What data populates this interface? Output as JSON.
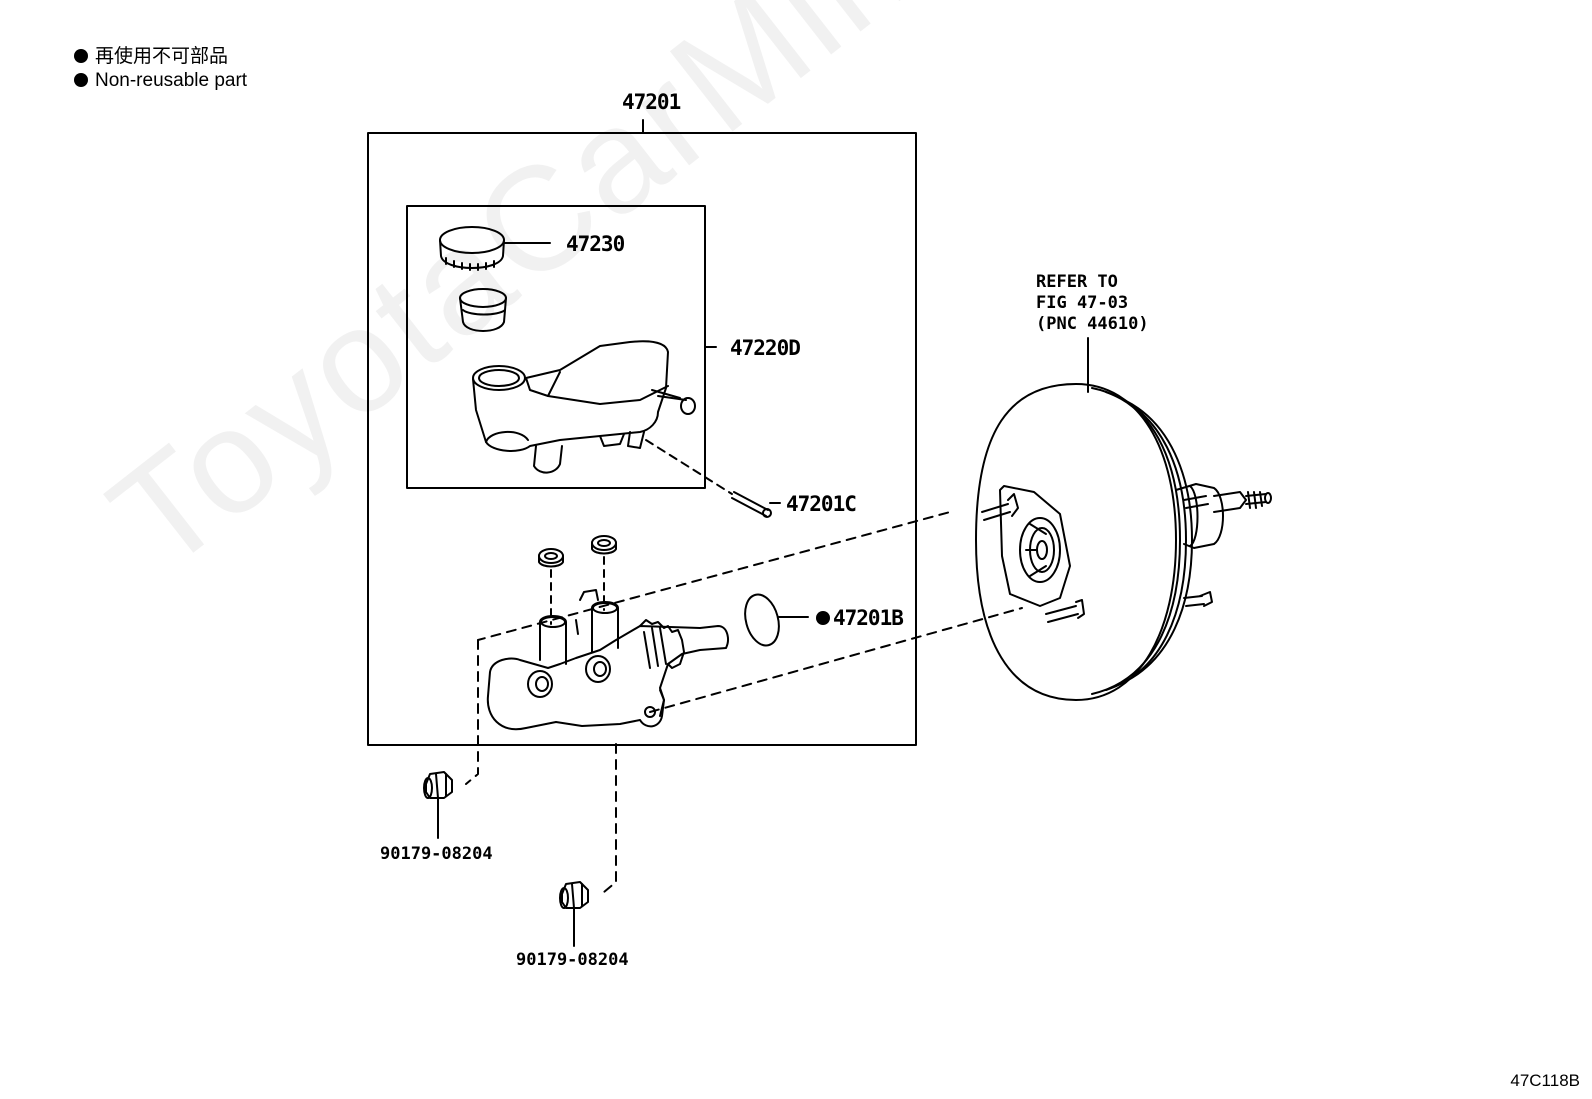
{
  "legend": {
    "line_jp": "再使用不可部品",
    "line_en": "Non-reusable part"
  },
  "parts": {
    "assembly": "47201",
    "cap": "47230",
    "reservoir": "47220D",
    "pin": "47201C",
    "oring": "47201B",
    "nut_upper": "90179-08204",
    "nut_lower": "90179-08204"
  },
  "reference": {
    "line1": "REFER TO",
    "line2": "FIG 47-03",
    "line3": "(PNC 44610)"
  },
  "watermark": "ToyotaCarMine.ru",
  "figure_id": "47C118B"
}
